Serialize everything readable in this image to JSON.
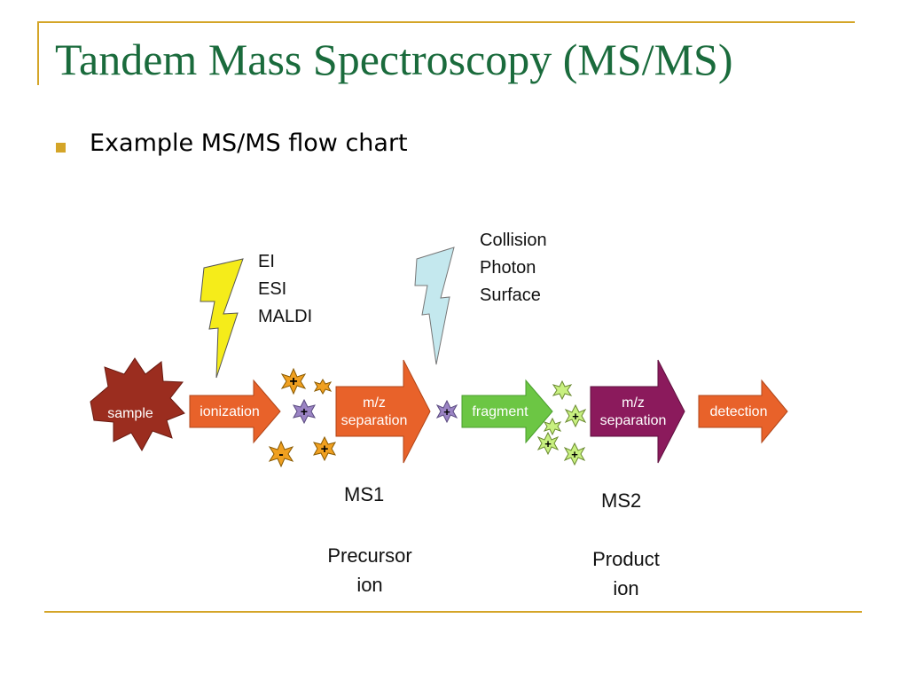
{
  "title": "Tandem Mass Spectroscopy (MS/MS)",
  "bullet": "Example MS/MS flow chart",
  "diagram": {
    "sample": "sample",
    "ionization_sources": [
      "EI",
      "ESI",
      "MALDI"
    ],
    "ionization": "ionization",
    "ms1_separation_line1": "m/z",
    "ms1_separation_line2": "separation",
    "activation_methods": [
      "Collision",
      "Photon",
      "Surface"
    ],
    "fragment": "fragment",
    "ms2_separation_line1": "m/z",
    "ms2_separation_line2": "separation",
    "detection": "detection",
    "ms1": "MS1",
    "ms1_ion_line1": "Precursor",
    "ms1_ion_line2": "ion",
    "ms2": "MS2",
    "ms2_ion_line1": "Product",
    "ms2_ion_line2": "ion",
    "colors": {
      "title": "#1a6b3c",
      "frame": "#d4a528",
      "sample": "#9b2d1f",
      "orange_arrow": "#e8622a",
      "green_arrow": "#6cc644",
      "magenta_arrow": "#8b1a5c",
      "lightning_yellow": "#f5ec1a",
      "lightning_blue": "#c4e8ee",
      "ion_orange": "#f0a020",
      "ion_purple": "#9b84c4",
      "ion_green": "#c8f080"
    }
  }
}
